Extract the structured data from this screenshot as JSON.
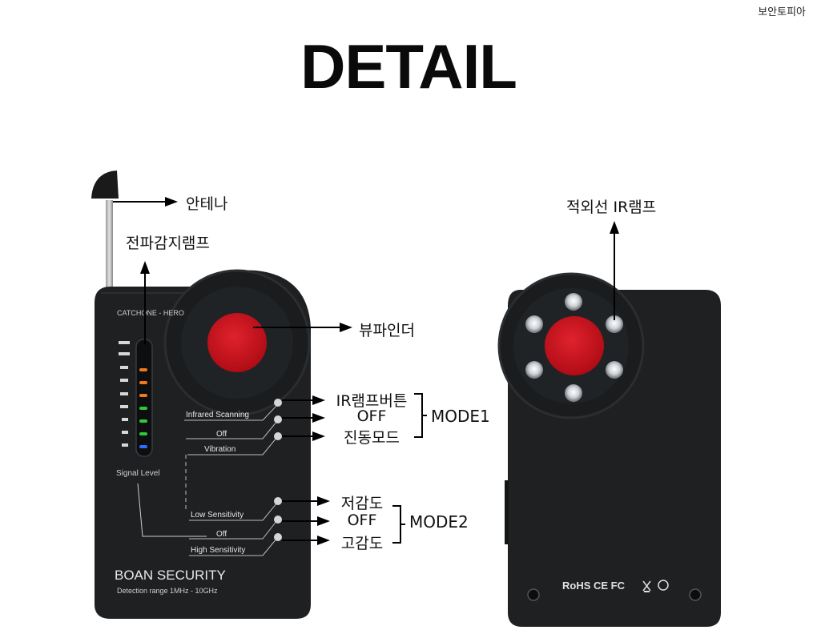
{
  "brand": "보안토피아",
  "title": "DETAIL",
  "device_front": {
    "model_label": "CATCHONE - HERO",
    "signal_label": "Signal Level",
    "switch1": [
      "Infrared Scanning",
      "Off",
      "Vibration"
    ],
    "switch2": [
      "Low Sensitivity",
      "Off",
      "High Sensitivity"
    ],
    "brand_label": "BOAN SECURITY",
    "range_label": "Detection range 1MHz - 10GHz"
  },
  "callouts": {
    "antenna": "안테나",
    "signal_lamp": "전파감지램프",
    "viewfinder": "뷰파인더",
    "ir_lamp": "적외선 IR램프",
    "mode1_options": [
      "IR램프버튼",
      "OFF",
      "진동모드"
    ],
    "mode1_label": "MODE1",
    "mode2_options": [
      "저감도",
      "OFF",
      "고감도"
    ],
    "mode2_label": "MODE2"
  },
  "device_back": {
    "cert_label": "RoHS CE FC"
  },
  "colors": {
    "device_body": "#1e2022",
    "lens_red": "#c8101c",
    "led_orange": "#f07a1a",
    "led_green": "#2ec83c",
    "led_blue": "#2a70ff"
  }
}
